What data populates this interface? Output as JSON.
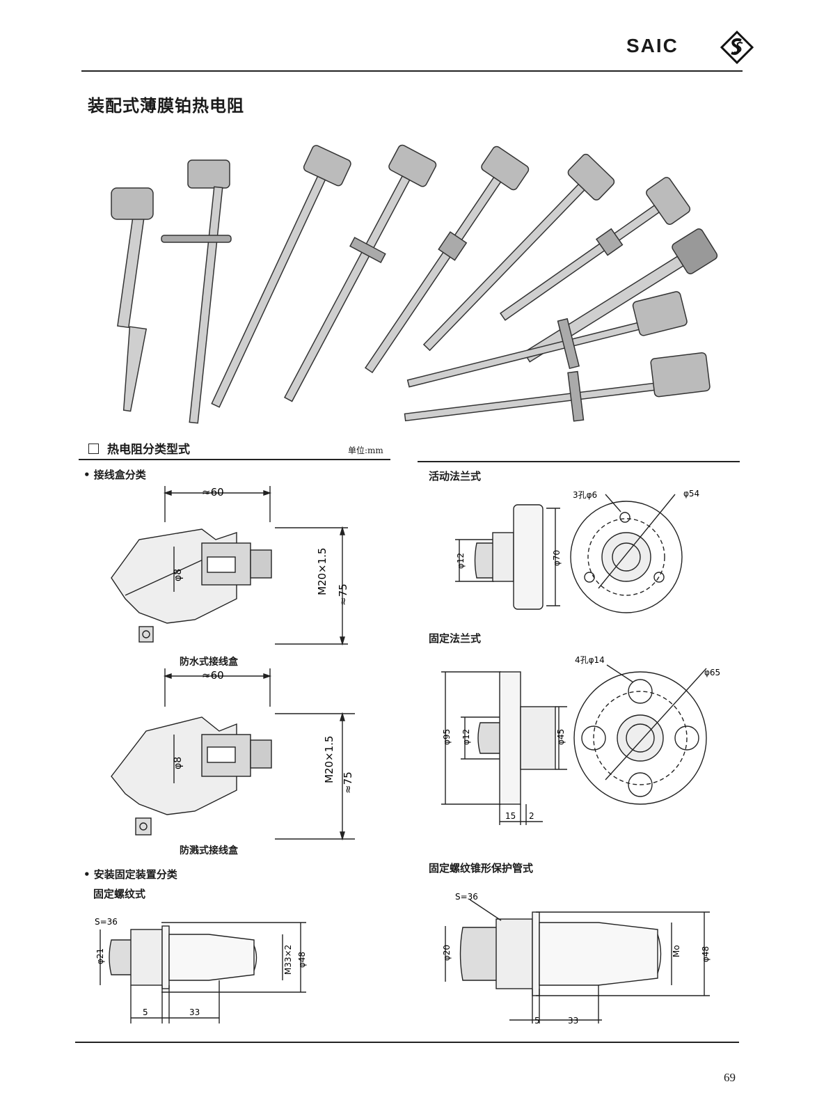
{
  "header": {
    "brand": "SAIC",
    "logo_icon": "saic-diamond-s-icon"
  },
  "title": "装配式薄膜铂热电阻",
  "classification": {
    "heading": "热电阻分类型式",
    "checkbox_icon": "empty-square-icon",
    "unit": "单位:mm"
  },
  "junction_box": {
    "heading": "• 接线盒分类",
    "waterproof": {
      "caption": "防水式接线盒",
      "width": "≈60",
      "diam": "φ8",
      "thread": "M20×1.5",
      "height": "≈75"
    },
    "splashproof": {
      "caption": "防溅式接线盒",
      "width": "≈60",
      "diam": "φ8",
      "thread": "M20×1.5",
      "height": "≈75"
    }
  },
  "movable_flange": {
    "heading": "活动法兰式",
    "d_pipe": "φ12",
    "d_outer": "φ70",
    "holes": "3孔φ6",
    "pcd": "φ54"
  },
  "fixed_flange": {
    "heading": "固定法兰式",
    "d_outer": "φ95",
    "d_pipe": "φ12",
    "d_hub": "φ45",
    "holes": "4孔φ14",
    "pcd": "φ65",
    "thick": "15",
    "gap": "2"
  },
  "mounting": {
    "heading": "• 安装固定装置分类",
    "fixed_thread": {
      "heading": "固定螺纹式",
      "hex": "S=36",
      "d_pipe": "φ21",
      "thread": "M33×2",
      "d_out": "φ48",
      "len_a": "5",
      "len_b": "33"
    }
  },
  "taper_tube": {
    "heading": "固定螺纹锥形保护管式",
    "hex": "S=36",
    "d_pipe": "φ20",
    "thread": "Mo",
    "d_out": "φ48",
    "len_a": "5",
    "len_b": "33"
  },
  "page_number": "69"
}
